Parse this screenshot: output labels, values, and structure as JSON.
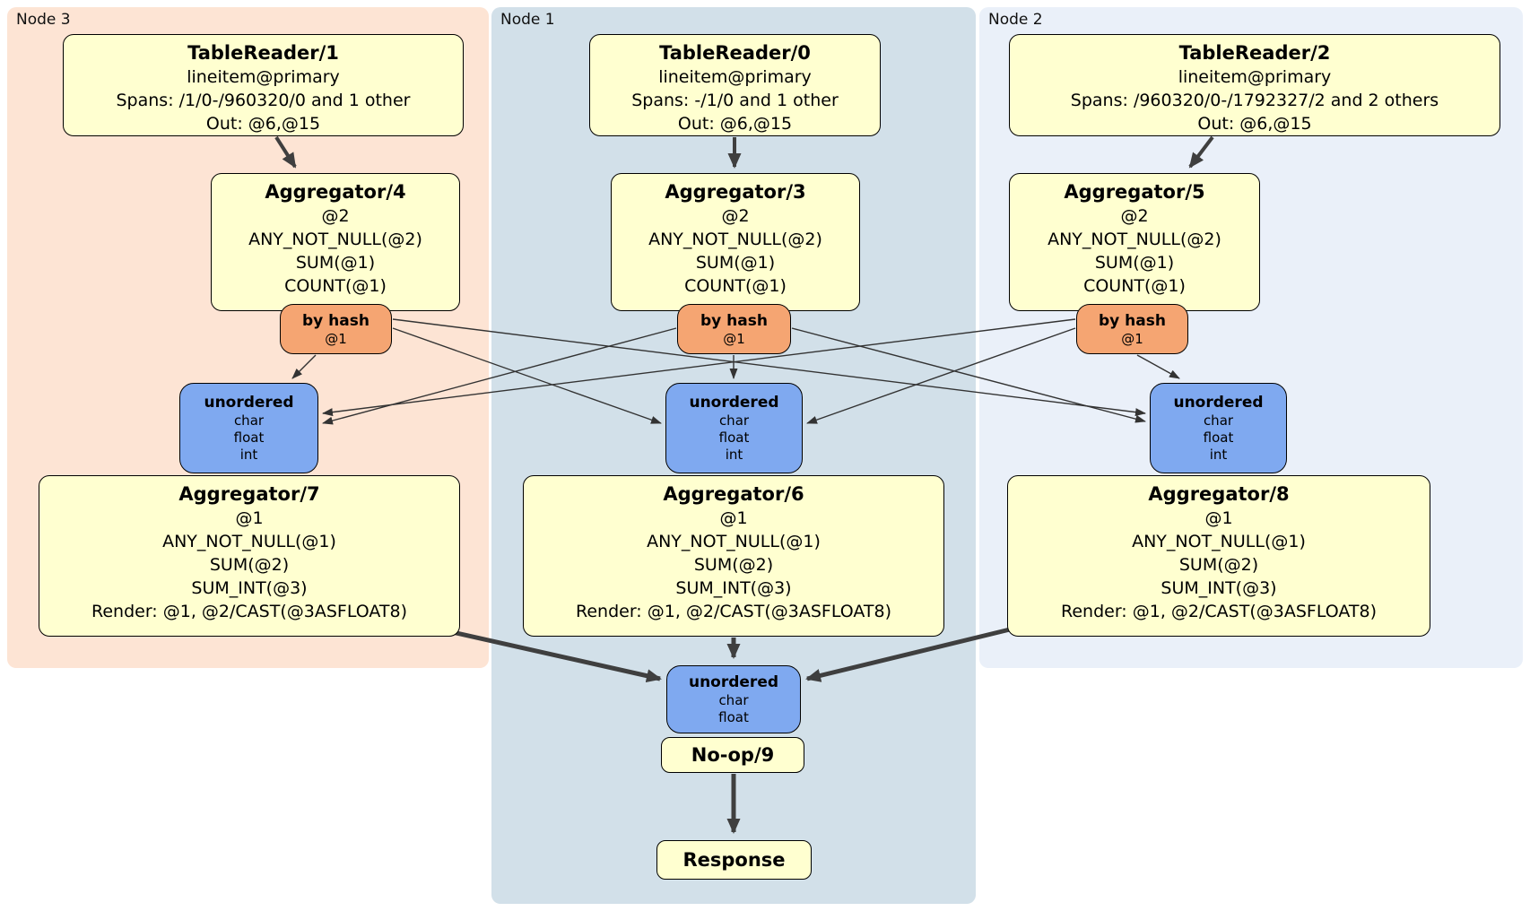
{
  "nodes": {
    "node3": {
      "label": "Node 3",
      "reader": {
        "title": "TableReader/1",
        "lines": [
          "lineitem@primary",
          "Spans: /1/0-/960320/0 and 1 other",
          "Out: @6,@15"
        ]
      },
      "agg_top": {
        "title": "Aggregator/4",
        "lines": [
          "@2",
          "ANY_NOT_NULL(@2)",
          "SUM(@1)",
          "COUNT(@1)"
        ]
      },
      "hash_router": {
        "title": "by hash",
        "key": "@1"
      },
      "sync": {
        "title": "unordered",
        "types": [
          "char",
          "float",
          "int"
        ]
      },
      "agg_bottom": {
        "title": "Aggregator/7",
        "lines": [
          "@1",
          "ANY_NOT_NULL(@1)",
          "SUM(@2)",
          "SUM_INT(@3)",
          "Render: @1, @2/CAST(@3ASFLOAT8)"
        ]
      }
    },
    "node1": {
      "label": "Node 1",
      "reader": {
        "title": "TableReader/0",
        "lines": [
          "lineitem@primary",
          "Spans: -/1/0 and 1 other",
          "Out: @6,@15"
        ]
      },
      "agg_top": {
        "title": "Aggregator/3",
        "lines": [
          "@2",
          "ANY_NOT_NULL(@2)",
          "SUM(@1)",
          "COUNT(@1)"
        ]
      },
      "hash_router": {
        "title": "by hash",
        "key": "@1"
      },
      "sync": {
        "title": "unordered",
        "types": [
          "char",
          "float",
          "int"
        ]
      },
      "agg_bottom": {
        "title": "Aggregator/6",
        "lines": [
          "@1",
          "ANY_NOT_NULL(@1)",
          "SUM(@2)",
          "SUM_INT(@3)",
          "Render: @1, @2/CAST(@3ASFLOAT8)"
        ]
      }
    },
    "node2": {
      "label": "Node 2",
      "reader": {
        "title": "TableReader/2",
        "lines": [
          "lineitem@primary",
          "Spans: /960320/0-/1792327/2 and 2 others",
          "Out: @6,@15"
        ]
      },
      "agg_top": {
        "title": "Aggregator/5",
        "lines": [
          "@2",
          "ANY_NOT_NULL(@2)",
          "SUM(@1)",
          "COUNT(@1)"
        ]
      },
      "hash_router": {
        "title": "by hash",
        "key": "@1"
      },
      "sync": {
        "title": "unordered",
        "types": [
          "char",
          "float",
          "int"
        ]
      },
      "agg_bottom": {
        "title": "Aggregator/8",
        "lines": [
          "@1",
          "ANY_NOT_NULL(@1)",
          "SUM(@2)",
          "SUM_INT(@3)",
          "Render: @1, @2/CAST(@3ASFLOAT8)"
        ]
      }
    }
  },
  "final": {
    "sync": {
      "title": "unordered",
      "types": [
        "char",
        "float"
      ]
    },
    "noop": {
      "title": "No-op/9"
    },
    "response": {
      "title": "Response"
    }
  },
  "colors": {
    "processor_fill": "#ffffd0",
    "router_fill": "#f5a572",
    "sync_fill": "#7fa9f0",
    "node3_panel": "#fde4d4",
    "node1_panel": "#d2e0e9",
    "node2_panel": "#eaf0f9",
    "edge": "#3f3f3f"
  }
}
